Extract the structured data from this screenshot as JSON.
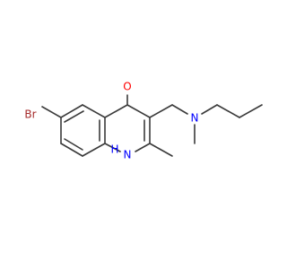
{
  "molecule": {
    "atoms": {
      "bromine": "Br",
      "oxygen": "O",
      "nitrogen_amine": "N",
      "nitrogen_ring": "N",
      "nitrogen_ring_h": "H"
    },
    "colors": {
      "bond": "#3a3a3a",
      "bromine": "#a52a2a",
      "oxygen": "#ff0000",
      "nitrogen": "#0000ff",
      "carbon": "#3a3a3a"
    }
  }
}
